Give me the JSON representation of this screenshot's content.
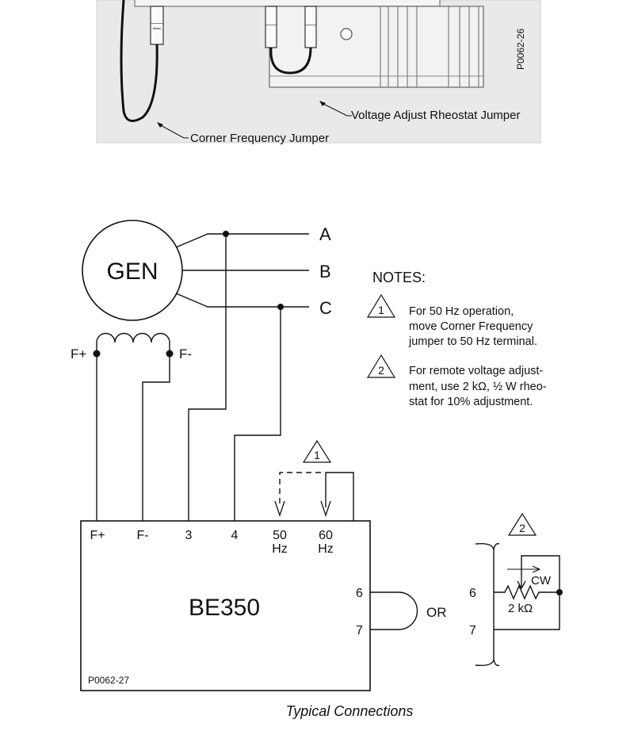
{
  "photo": {
    "figure_id": "P0062-26",
    "corner_frequency_label": "Corner Frequency Jumper",
    "voltage_adjust_label": "Voltage Adjust Rheostat Jumper"
  },
  "generator": {
    "label": "GEN",
    "phases": [
      "A",
      "B",
      "C"
    ]
  },
  "field": {
    "plus": "F+",
    "minus": "F-"
  },
  "notes": {
    "heading": "NOTES:",
    "note1": {
      "marker": "1",
      "lines": [
        "For 50 Hz operation,",
        "move Corner Frequency",
        "jumper to 50 Hz terminal."
      ]
    },
    "note2": {
      "marker": "2",
      "lines": [
        "For remote voltage adjust-",
        "ment, use 2 kΩ, ½ W rheo-",
        "stat for 10% adjustment."
      ]
    }
  },
  "regulator": {
    "name": "BE350",
    "figure_id": "P0062-27",
    "terminals": {
      "f_plus": "F+",
      "f_minus": "F-",
      "t3": "3",
      "t4": "4",
      "hz50_num": "50",
      "hz50_unit": "Hz",
      "hz60_num": "60",
      "hz60_unit": "Hz",
      "t6": "6",
      "t7": "7"
    }
  },
  "jumper_marker": "1",
  "or_label": "OR",
  "rheostat": {
    "marker": "2",
    "t6": "6",
    "t7": "7",
    "cw": "CW",
    "value": "2 kΩ"
  },
  "caption": "Typical Connections"
}
